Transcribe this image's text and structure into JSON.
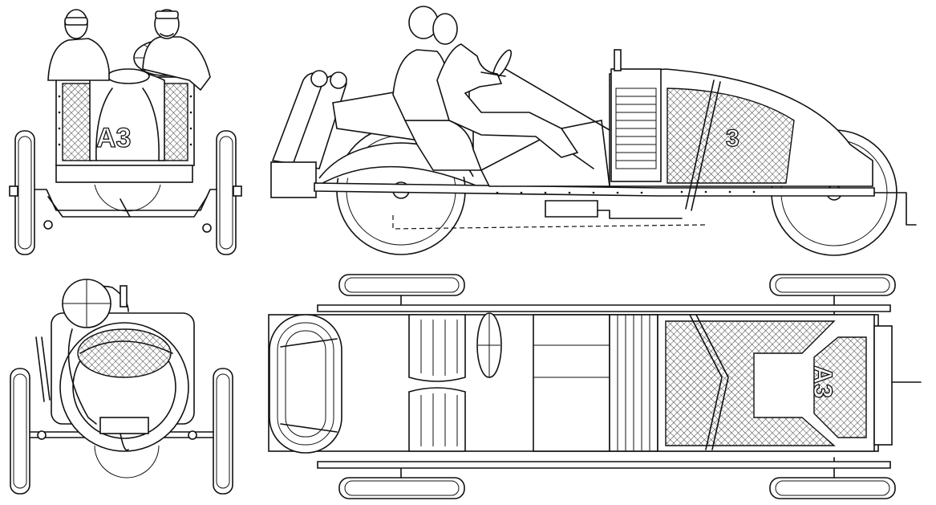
{
  "sheet": {
    "car_markings": {
      "front": "A3",
      "top": "A3",
      "side": "3"
    }
  }
}
